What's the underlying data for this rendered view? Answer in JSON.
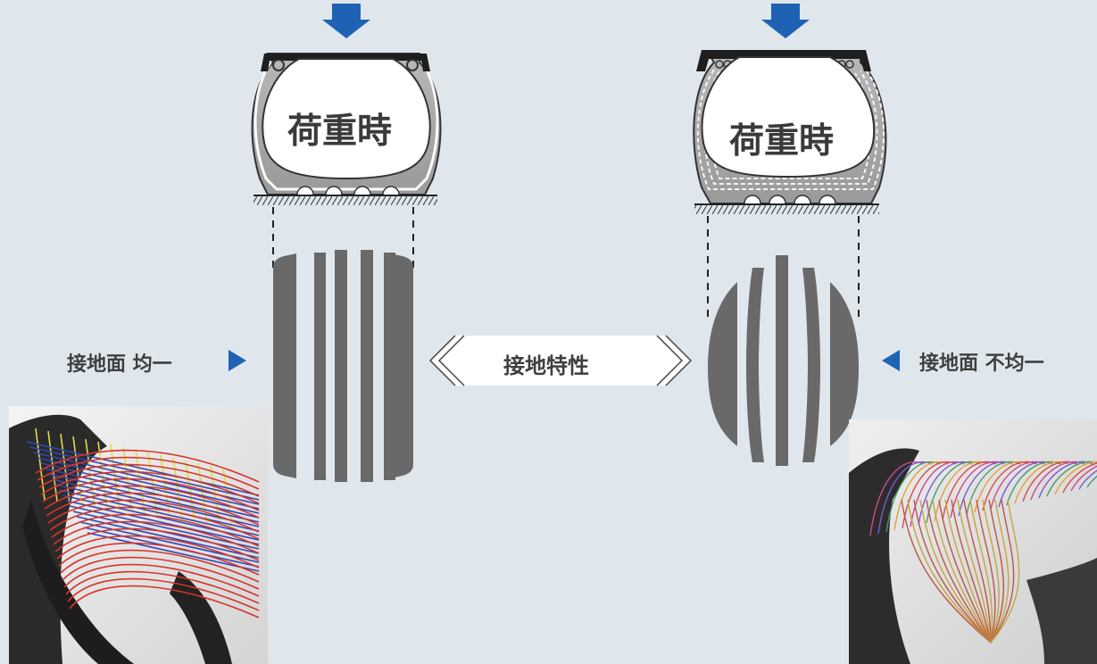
{
  "left": {
    "load_label": "荷重時",
    "contact_label": "接地面 均一"
  },
  "right": {
    "load_label": "荷重時",
    "contact_label": "接地面 不均一"
  },
  "center": {
    "label": "接地特性"
  },
  "colors": {
    "background": "#dfe7ed",
    "arrow_blue": "#1f62b4",
    "tread_gray": "#696969",
    "tire_outline": "#222222",
    "text": "#3f3f3f"
  }
}
